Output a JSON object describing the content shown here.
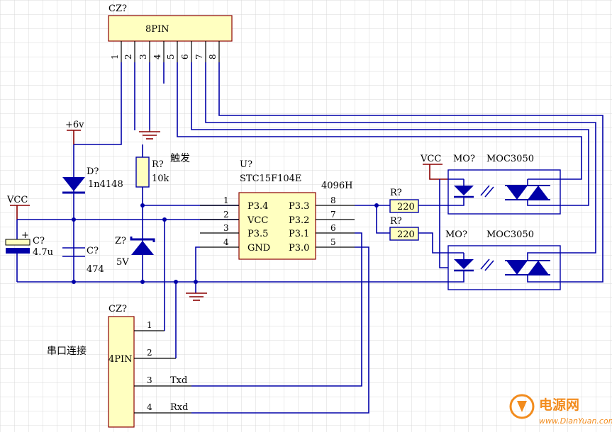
{
  "header": {
    "designator": "CZ?",
    "label": "8PIN",
    "pins": [
      "1",
      "2",
      "3",
      "4",
      "5",
      "6",
      "7",
      "8"
    ]
  },
  "power": {
    "plus6v": "+6v",
    "vcc_left": "VCC",
    "vcc_opto": "VCC"
  },
  "diode": {
    "designator": "D?",
    "value": "1n4148"
  },
  "resistor_top": {
    "designator": "R?",
    "value": "10k"
  },
  "trigger_label": "触发",
  "capacitors": [
    {
      "designator": "C?",
      "value": "4.7u"
    },
    {
      "designator": "C?",
      "value": "474"
    }
  ],
  "zener": {
    "designator": "Z?",
    "value": "5V"
  },
  "mcu": {
    "designator": "U?",
    "part": "STC15F104E",
    "alt": "4096H",
    "left_pins": [
      {
        "num": "1",
        "name": "P3.4"
      },
      {
        "num": "2",
        "name": "VCC"
      },
      {
        "num": "3",
        "name": "P3.5"
      },
      {
        "num": "4",
        "name": "GND"
      }
    ],
    "right_pins": [
      {
        "num": "8",
        "name": "P3.3"
      },
      {
        "num": "7",
        "name": "P3.2"
      },
      {
        "num": "6",
        "name": "P3.1"
      },
      {
        "num": "5",
        "name": "P3.0"
      }
    ]
  },
  "resistors_220": [
    {
      "designator": "R?",
      "value": "220"
    },
    {
      "designator": "R?",
      "value": "220"
    }
  ],
  "optos": [
    {
      "designator": "MO?",
      "part": "MOC3050"
    },
    {
      "designator": "MO?",
      "part": "MOC3050"
    }
  ],
  "serial": {
    "designator": "CZ?",
    "label": "4PIN",
    "caption": "串口连接",
    "pins": [
      {
        "num": "1",
        "signal": ""
      },
      {
        "num": "2",
        "signal": ""
      },
      {
        "num": "3",
        "signal": "Txd"
      },
      {
        "num": "4",
        "signal": "Rxd"
      }
    ]
  },
  "watermark": {
    "brand": "电源网",
    "site": "www.DianYuan.com"
  }
}
